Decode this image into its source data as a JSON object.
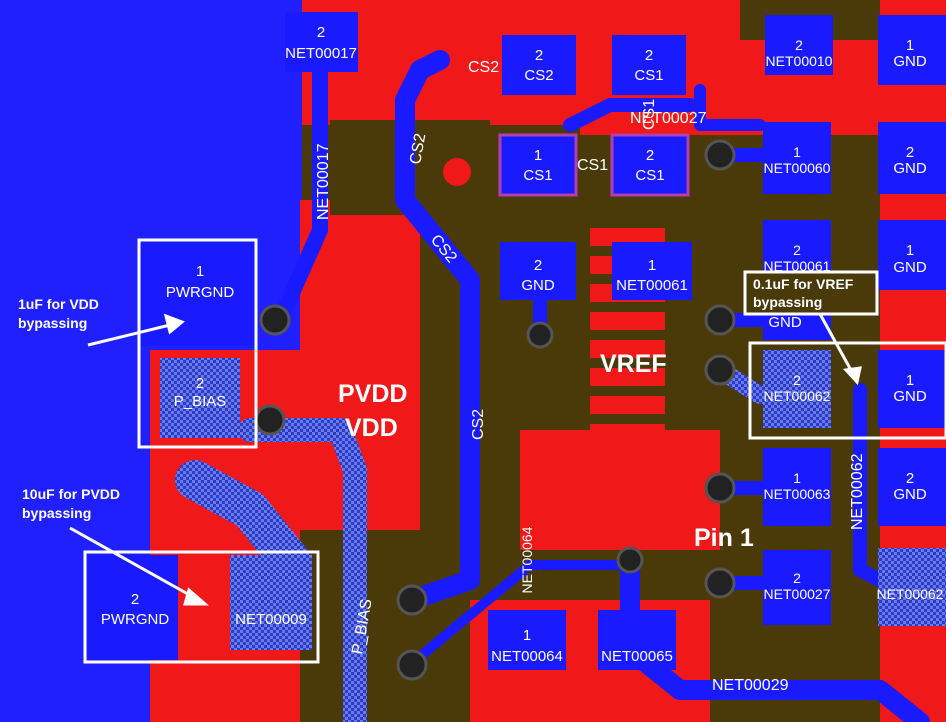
{
  "annotations": {
    "vdd_cap": [
      "1uF for VDD",
      "bypassing"
    ],
    "pvdd_cap": [
      "10uF for PVDD",
      "bypassing"
    ],
    "vref_cap": [
      "0.1uF for VREF",
      "bypassing"
    ],
    "pin1": "Pin 1",
    "vref": "VREF",
    "pvdd": "PVDD",
    "vdd": "VDD"
  },
  "pads": {
    "pwrgnd1": {
      "num": "1",
      "net": "PWRGND"
    },
    "pwrgnd2": {
      "num": "2",
      "net": "PWRGND"
    },
    "pbias2": {
      "num": "2",
      "net": "P_BIAS"
    },
    "net17": {
      "num": "2",
      "net": "NET00017"
    },
    "cs2_top": {
      "num": "2",
      "net": "CS2"
    },
    "cs1_top": {
      "num": "2",
      "net": "CS1"
    },
    "cs1_a": {
      "num": "1",
      "net": "CS1"
    },
    "cs1_b": {
      "num": "2",
      "net": "CS1"
    },
    "net10": {
      "num": "2",
      "net": "NET00010"
    },
    "gnd_top": {
      "num": "1",
      "net": "GND"
    },
    "gnd_mid": {
      "num": "2",
      "net": "GND"
    },
    "net60": {
      "num": "1",
      "net": "NET00060"
    },
    "gnd_r2": {
      "num": "2",
      "net": "GND"
    },
    "net61a": {
      "num": "2",
      "net": "NET00061"
    },
    "net61b": {
      "num": "1",
      "net": "NET00061"
    },
    "gnd_r3": {
      "num": "1",
      "net": "GND"
    },
    "gnd_vref_top": {
      "num": "",
      "net": "GND"
    },
    "net62_left": {
      "num": "2",
      "net": "NET00062"
    },
    "gnd_r4": {
      "num": "1",
      "net": "GND"
    },
    "net63": {
      "num": "1",
      "net": "NET00063"
    },
    "gnd_r5": {
      "num": "2",
      "net": "GND"
    },
    "net27": {
      "num": "2",
      "net": "NET00027"
    },
    "net62_right": {
      "num": "",
      "net": "NET00062"
    },
    "net64": {
      "num": "1",
      "net": "NET00064"
    },
    "net65": {
      "num": "",
      "net": "NET00065"
    },
    "net9": {
      "num": "",
      "net": "NET00009"
    }
  },
  "traces": {
    "cs2_a": "CS2",
    "cs2_b": "CS2",
    "cs2_c": "CS2",
    "cs2_d": "CS2",
    "cs1_a": "CS1",
    "cs1_b": "CS1",
    "net17_v": "NET00017",
    "net27": "NET00027",
    "net29": "NET00029",
    "net62_v": "NET00062",
    "pbias_v": "P_BIAS",
    "net64_v": "NET00064"
  }
}
